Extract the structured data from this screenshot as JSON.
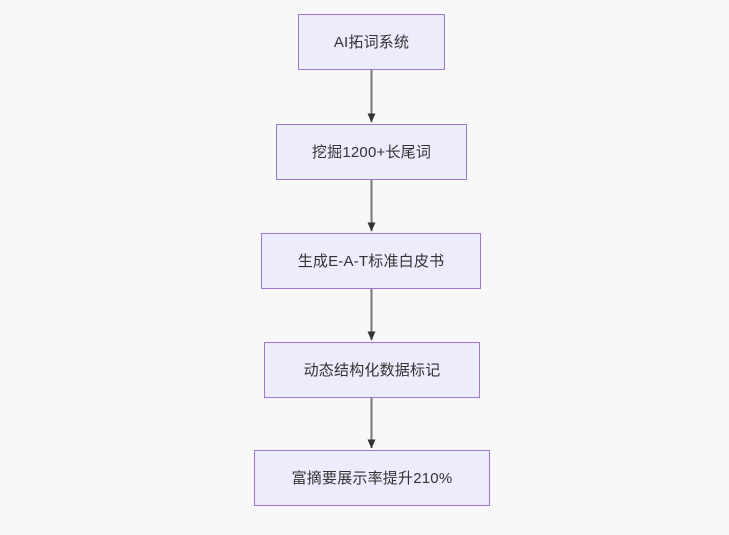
{
  "diagram": {
    "type": "flowchart",
    "orientation": "top-to-bottom",
    "background_color": "#f8f8f8",
    "node_fill_color": "#ececfc",
    "node_border_color": "#9d77d6",
    "node_text_color": "#333333",
    "edge_line_color": "#777777",
    "edge_arrow_color": "#333333",
    "nodes": [
      {
        "id": "n1",
        "label": "AI拓词系统"
      },
      {
        "id": "n2",
        "label": "挖掘1200+长尾词"
      },
      {
        "id": "n3",
        "label": "生成E-A-T标准白皮书"
      },
      {
        "id": "n4",
        "label": "动态结构化数据标记"
      },
      {
        "id": "n5",
        "label": "富摘要展示率提升210%"
      }
    ],
    "edges": [
      {
        "id": "e1",
        "from": "n1",
        "to": "n2",
        "label": ""
      },
      {
        "id": "e2",
        "from": "n2",
        "to": "n3",
        "label": ""
      },
      {
        "id": "e3",
        "from": "n3",
        "to": "n4",
        "label": ""
      },
      {
        "id": "e4",
        "from": "n4",
        "to": "n5",
        "label": ""
      }
    ]
  }
}
